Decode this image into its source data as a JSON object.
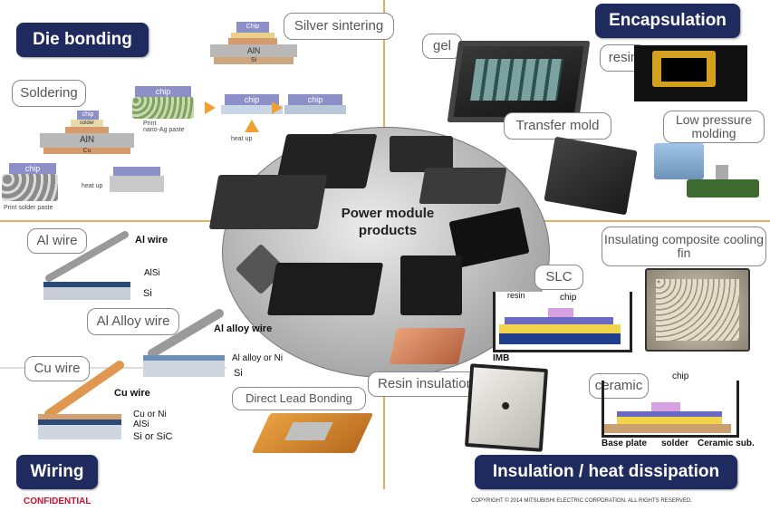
{
  "sections": {
    "die_bonding": "Die bonding",
    "encapsulation": "Encapsulation",
    "wiring": "Wiring",
    "insulation": "Insulation / heat dissipation"
  },
  "center": {
    "title": "Power module products"
  },
  "die_bonding": {
    "silver_sintering": "Silver sintering",
    "soldering": "Soldering",
    "chip_labels": [
      "Chip",
      "chip",
      "chip",
      "chip",
      "chip",
      "chip"
    ],
    "layer_labels": {
      "ain": "AlN",
      "ain2": "AlN",
      "solder": "solder",
      "si": "Si",
      "cu": "Cu"
    },
    "tiny": {
      "print_paste": "Print\nnano-Ag paste",
      "heat_up": "heat up",
      "heat_up2": "heat up",
      "print_solder_paste": "Print solder paste"
    }
  },
  "encapsulation": {
    "gel": "gel",
    "resin": "resin",
    "transfer_mold": "Transfer mold",
    "low_pressure_molding": "Low pressure molding"
  },
  "wiring": {
    "al_wire": "Al wire",
    "al_wire_label": "Al wire",
    "alsi": "AlSi",
    "si": "Si",
    "al_alloy_wire": "Al Alloy wire",
    "al_alloy_wire_label": "Al alloy wire",
    "al_alloy_or_ni": "Al alloy or Ni",
    "si2": "Si",
    "cu_wire": "Cu wire",
    "cu_wire_label": "Cu wire",
    "cu_or_ni": "Cu or Ni",
    "alsi2": "AlSi",
    "si_or_sic": "Si or SiC",
    "direct_lead_bonding": "Direct Lead Bonding"
  },
  "insulation": {
    "insulating_composite": "Insulating composite cooling fin",
    "slc": "SLC",
    "slc_resin": "resin",
    "slc_chip": "chip",
    "imb": "IMB",
    "resin_insulation": "Resin insulation",
    "ceramic": "ceramic",
    "ceramic_chip": "chip",
    "base_plate": "Base plate",
    "solder": "solder",
    "ceramic_sub": "Ceramic sub."
  },
  "footer": {
    "confidential": "CONFIDENTIAL",
    "copyright": "COPYRIGHT © 2014 MITSUBISHI ELECTRIC CORPORATION. ALL RIGHTS RESERVED."
  },
  "colors": {
    "navy": "#1f2a5e",
    "accent_line": "#e0b060",
    "confidential": "#c8102e"
  }
}
